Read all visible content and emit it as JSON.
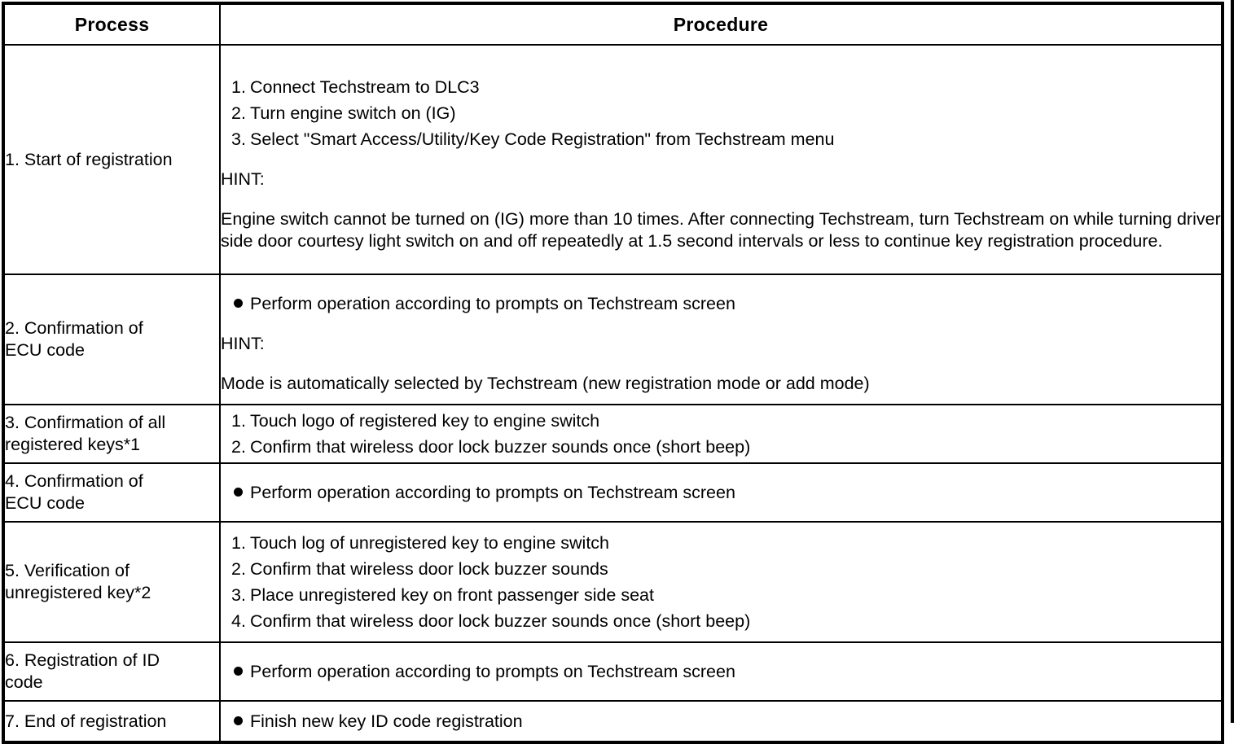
{
  "table": {
    "headers": {
      "process": "Process",
      "procedure": "Procedure"
    },
    "rows": [
      {
        "process": "1. Start of registration",
        "numbered": [
          "Connect Techstream to DLC3",
          "Turn engine switch on (IG)",
          "Select \"Smart Access/Utility/Key Code Registration\" from Techstream menu"
        ],
        "hint_label": "HINT:",
        "hint_body": "Engine switch cannot be turned on (IG) more than 10 times. After connecting Techstream, turn Techstream on while turning driver side door courtesy light switch on and off repeatedly at 1.5 second intervals or less to continue key registration procedure."
      },
      {
        "process": "2. Confirmation of\nECU code",
        "bullets": [
          "Perform operation according to prompts on Techstream screen"
        ],
        "hint_label": "HINT:",
        "hint_body": "Mode is automatically selected by Techstream (new registration mode or add mode)"
      },
      {
        "process": "3. Confirmation of all\nregistered keys*1",
        "numbered": [
          "Touch logo of registered key to engine switch",
          "Confirm that wireless door lock buzzer sounds once (short beep)"
        ]
      },
      {
        "process": "4. Confirmation of\nECU code",
        "bullets": [
          "Perform operation according to prompts on Techstream screen"
        ]
      },
      {
        "process": "5. Verification of\nunregistered key*2",
        "numbered": [
          "Touch log of unregistered key to engine switch",
          "Confirm that wireless door lock buzzer sounds",
          "Place unregistered key on front passenger side seat",
          "Confirm that wireless door lock buzzer sounds once (short beep)"
        ]
      },
      {
        "process": "6. Registration of ID\ncode",
        "bullets": [
          "Perform operation according to prompts on Techstream screen"
        ]
      },
      {
        "process": "7. End of registration",
        "bullets": [
          "Finish new key ID code registration"
        ]
      }
    ],
    "numbering": {
      "n1": "1.",
      "n2": "2.",
      "n3": "3.",
      "n4": "4."
    }
  },
  "colors": {
    "ink": "#000000",
    "paper": "#ffffff"
  }
}
